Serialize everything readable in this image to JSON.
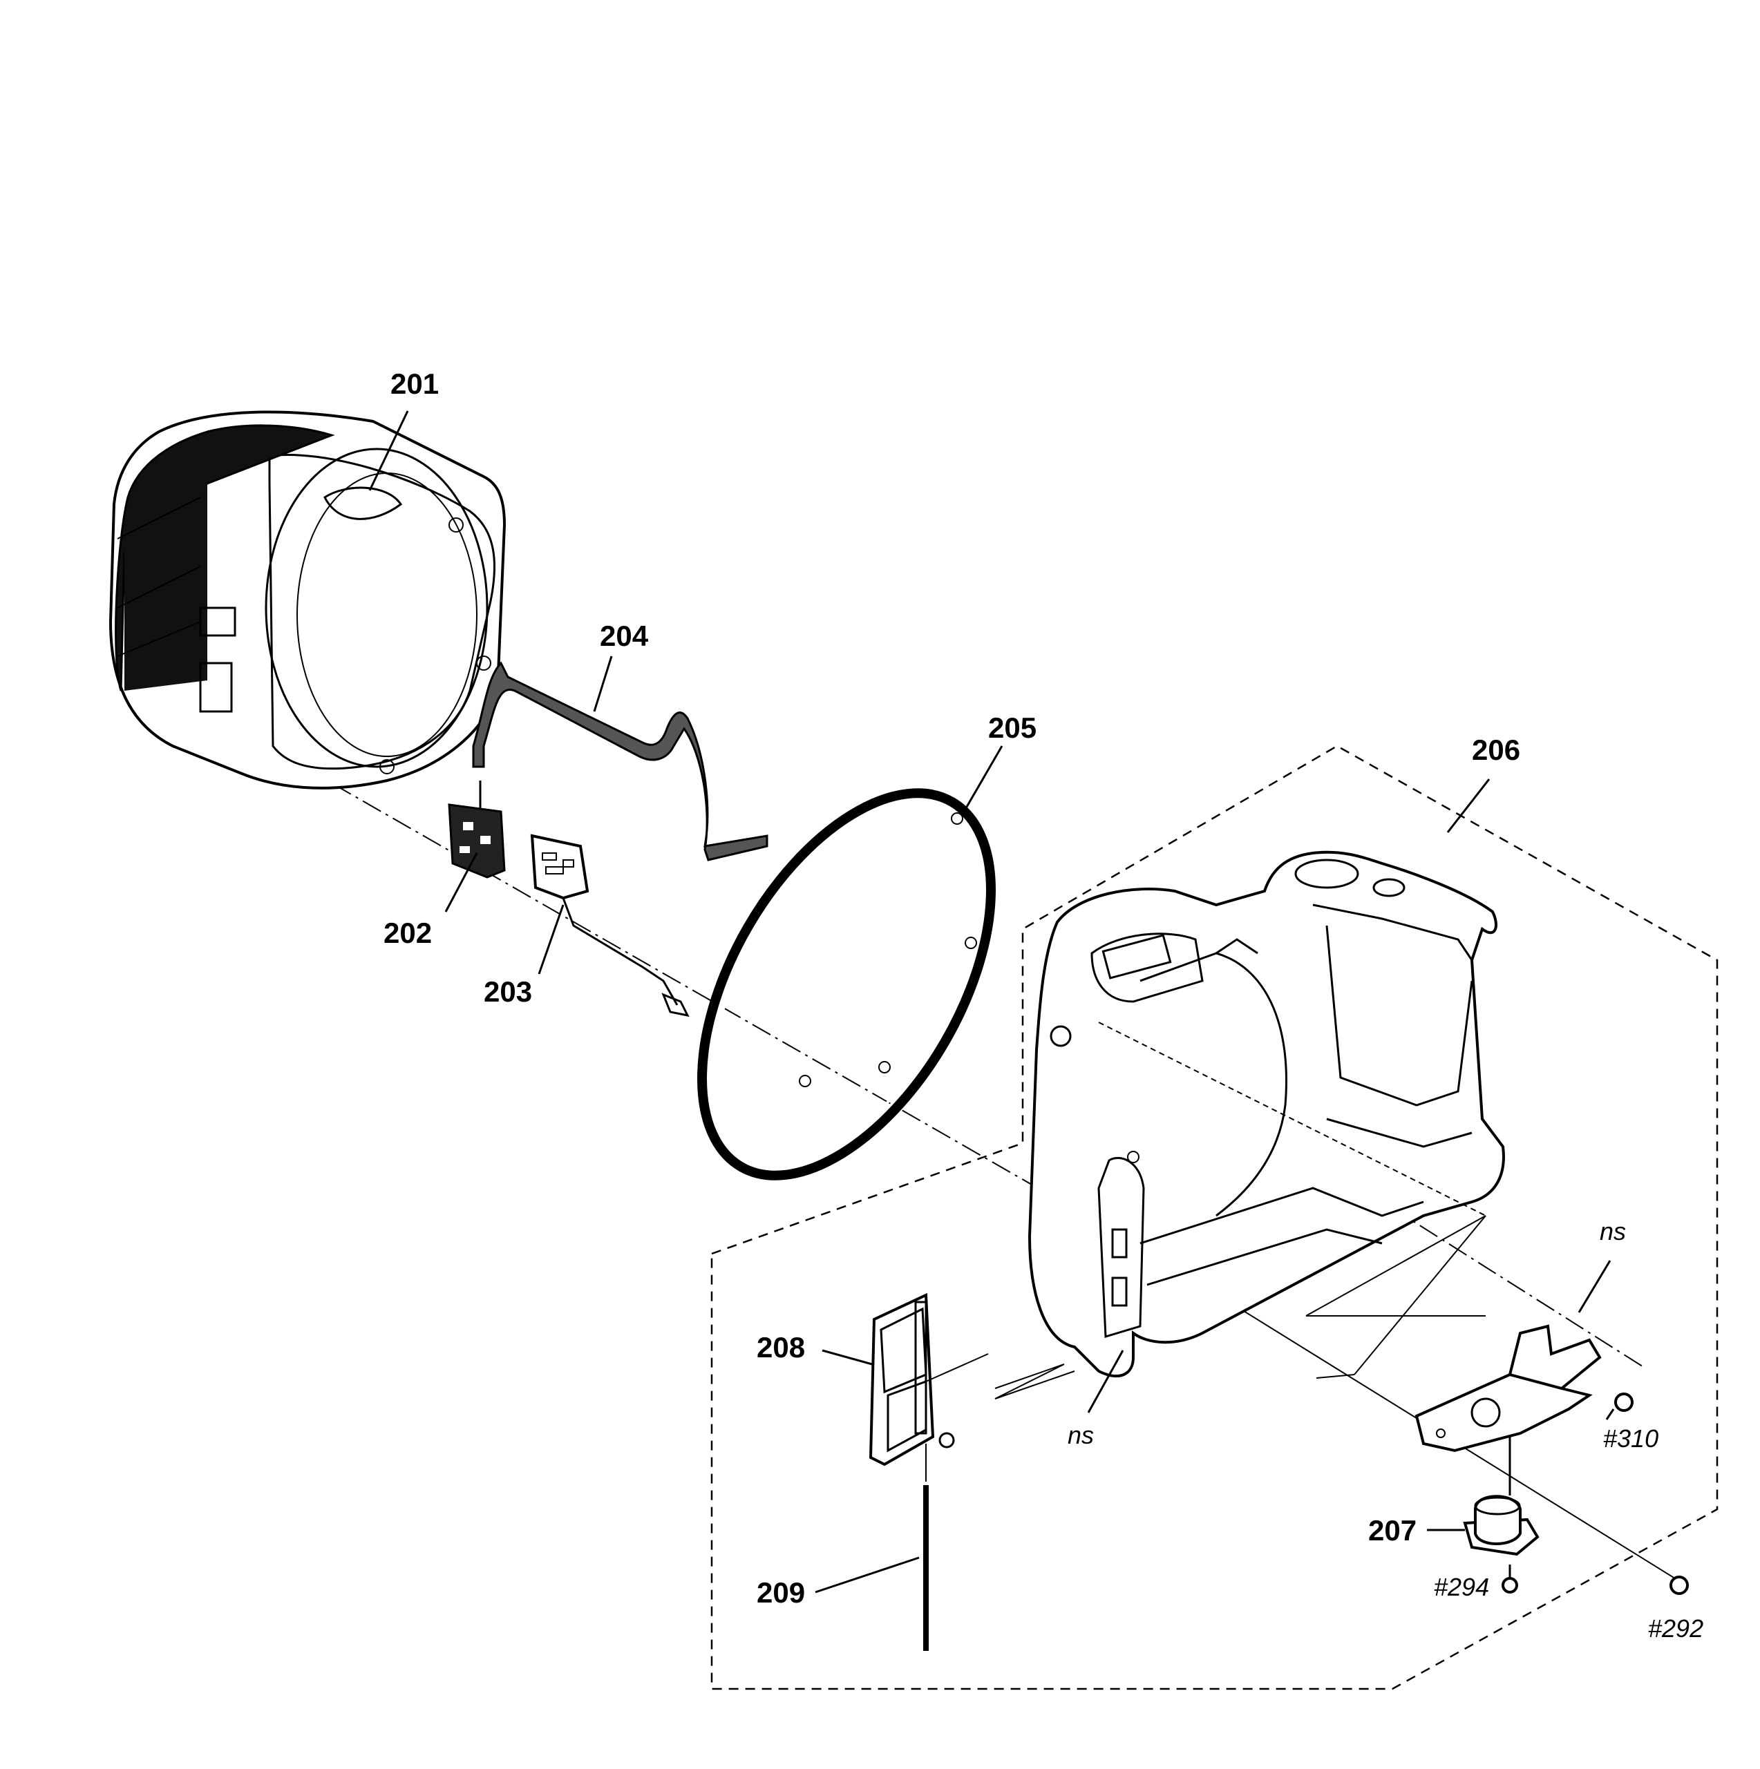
{
  "parts": {
    "p201": "201",
    "p202": "202",
    "p203": "203",
    "p204": "204",
    "p205": "205",
    "p206": "206",
    "p207": "207",
    "p208": "208",
    "p209": "209"
  },
  "screws": {
    "s310": "#310",
    "s294": "#294",
    "s292": "#292"
  },
  "not_supplied": {
    "ns_top": "ns",
    "ns_bottom": "ns"
  }
}
